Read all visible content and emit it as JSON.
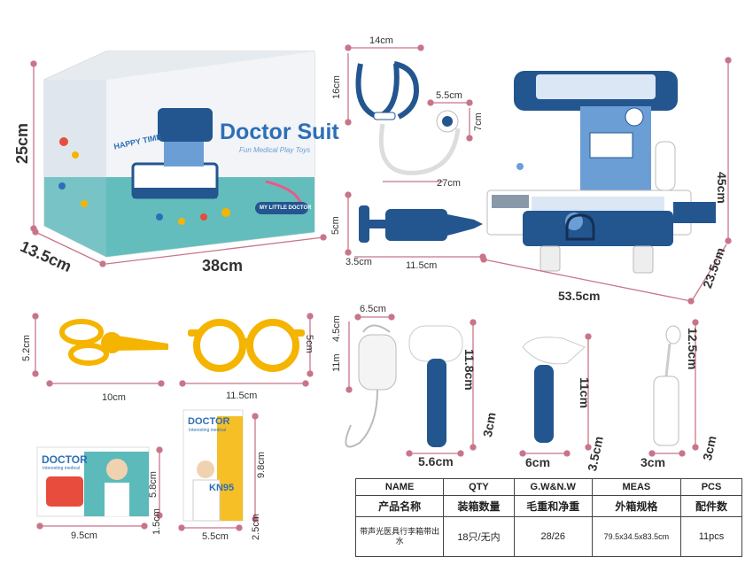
{
  "colors": {
    "dimension_line": "#c8758a",
    "navy": "#23568f",
    "box_blue": "#2d6fb7",
    "teal": "#4bb3b3",
    "yellow": "#f5b400"
  },
  "box": {
    "title": "Doctor Suit",
    "subtitle": "Fun Medical Play Toys",
    "happy_time": "HAPPY TIME",
    "badge": "MY LITTLE DOCTOR",
    "dim_height": "25cm",
    "dim_depth": "13.5cm",
    "dim_width": "38cm"
  },
  "stethoscope": {
    "dim_w": "14cm",
    "dim_h": "16cm",
    "dim_head_w": "5.5cm",
    "dim_head_h": "7cm",
    "dim_len": "27cm"
  },
  "syringe": {
    "dim_h": "5cm",
    "dim_d": "3.5cm",
    "dim_l": "11.5cm"
  },
  "playset": {
    "dim_h": "45cm",
    "dim_w": "53.5cm",
    "dim_d": "23.5cm"
  },
  "scissors": {
    "dim_h": "5.2cm",
    "dim_w": "10cm"
  },
  "glasses": {
    "dim_h": "5cm",
    "dim_w": "11.5cm"
  },
  "iv_bag": {
    "dim_w": "6.5cm",
    "dim_d": "4.5cm",
    "dim_h": "11m"
  },
  "hammer": {
    "dim_h": "11.8cm",
    "dim_w": "5.6cm",
    "dim_d": "3cm"
  },
  "otoscope": {
    "dim_h": "11cm",
    "dim_w": "6cm",
    "dim_d": "3.5cm"
  },
  "bottle": {
    "dim_h": "12.5cm",
    "dim_w": "3cm",
    "dim_d": "3cm"
  },
  "card1": {
    "title": "DOCTOR",
    "subtitle": "Interesting medical",
    "dim_h": "5.8cm",
    "dim_w": "9.5cm",
    "dim_d": "1.5cm"
  },
  "card2": {
    "title": "DOCTOR",
    "subtitle": "Interesting medical",
    "mask": "KN95",
    "dim_h": "9.8cm",
    "dim_w": "5.5cm",
    "dim_d": "2.5cm"
  },
  "spec_table": {
    "headers_en": [
      "NAME",
      "QTY",
      "G.W&N.W",
      "MEAS",
      "PCS"
    ],
    "headers_cn": [
      "产品名称",
      "装箱数量",
      "毛重和净重",
      "外箱规格",
      "配件数"
    ],
    "row": [
      "带声光医具行李箱带出水",
      "18只/无内",
      "28/26",
      "79.5x34.5x83.5cm",
      "11pcs"
    ]
  }
}
